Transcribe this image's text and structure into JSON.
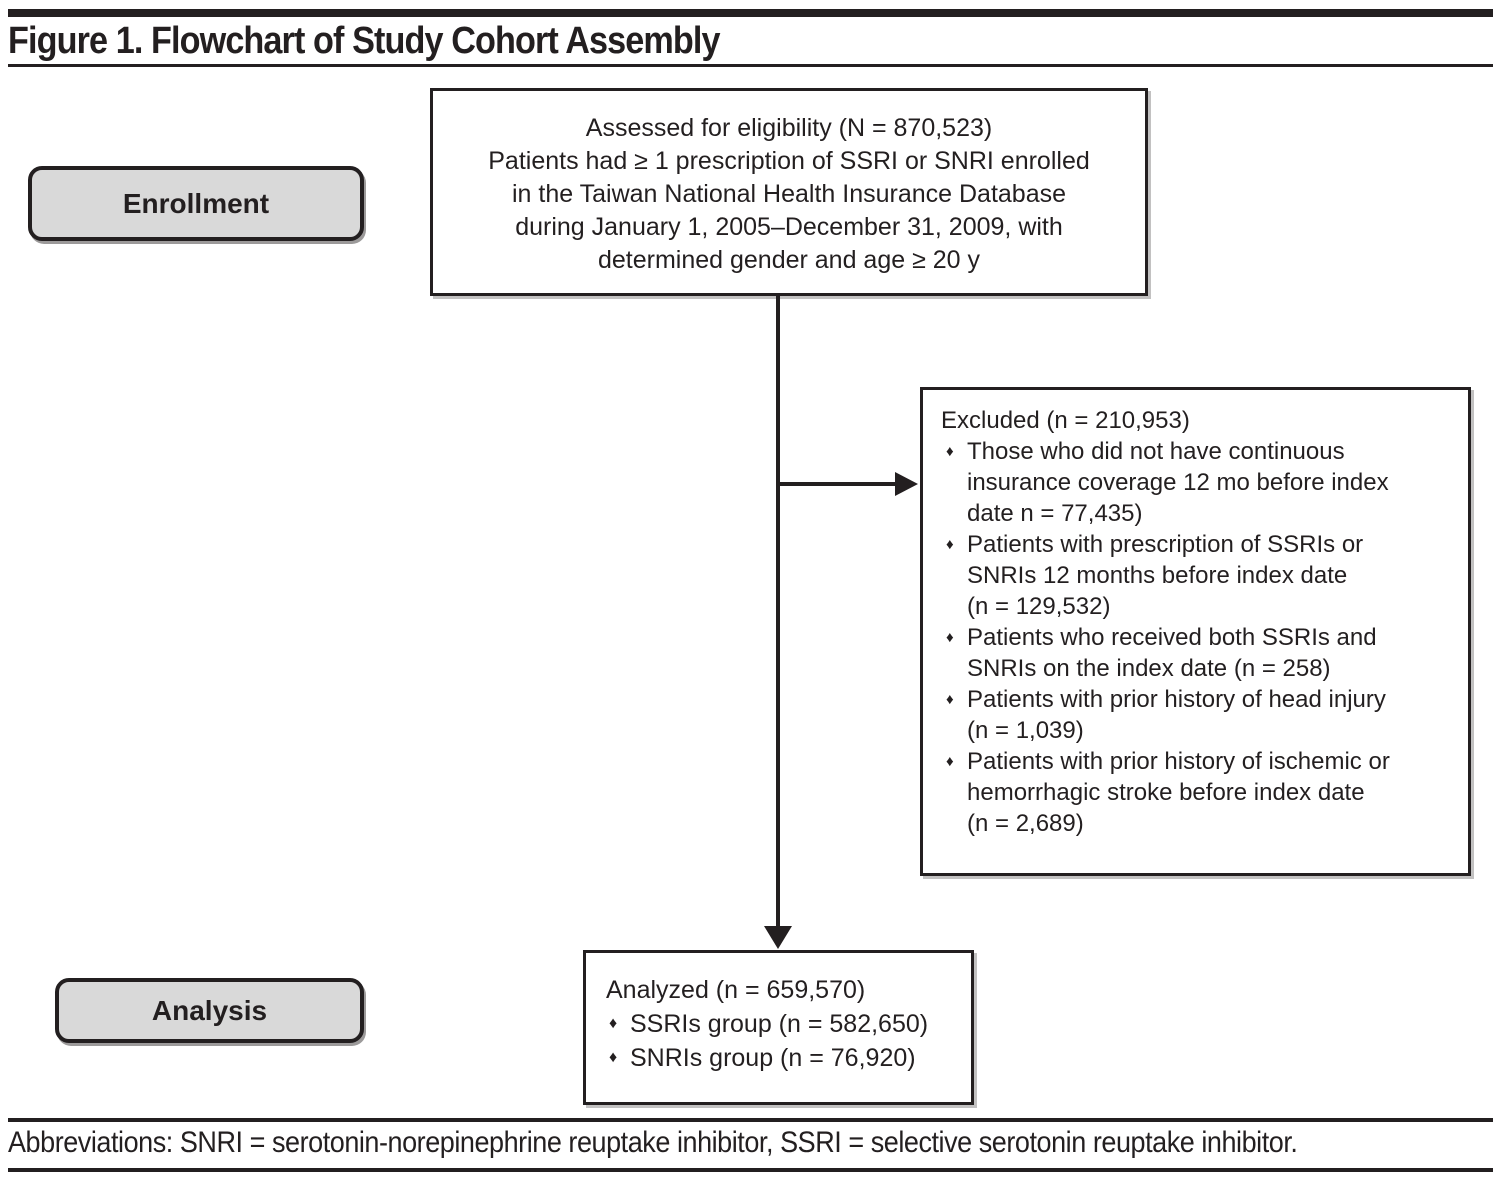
{
  "page": {
    "title": "Figure 1. Flowchart of Study Cohort Assembly",
    "footer_abbreviations": "Abbreviations: SNRI = serotonin-norepinephrine reuptake inhibitor, SSRI = selective serotonin reuptake inhibitor."
  },
  "colors": {
    "ink": "#231f20",
    "stage_fill": "#d9d9d9",
    "background": "#ffffff"
  },
  "flowchart": {
    "bullet_glyph": "♦",
    "stages": [
      {
        "label": "Enrollment"
      },
      {
        "label": "Analysis"
      }
    ],
    "eligibility_box": {
      "lines": [
        "Assessed for eligibility (N = 870,523)",
        "Patients had ≥ 1 prescription of SSRI or SNRI enrolled",
        "in the Taiwan National Health Insurance Database",
        "during January 1, 2005–December 31, 2009, with",
        "determined gender and age ≥ 20 y"
      ]
    },
    "excluded_box": {
      "heading": "Excluded (n = 210,953)",
      "items": [
        "Those who did not have continuous insurance coverage 12 mo before index date n = 77,435)",
        "Patients with prescription of SSRIs or SNRIs 12 months before index date (n = 129,532)",
        "Patients who received both SSRIs and SNRIs on the index date (n = 258)",
        "Patients with prior history of head injury (n = 1,039)",
        "Patients with prior history of ischemic or hemorrhagic stroke before index date (n = 2,689)"
      ]
    },
    "analyzed_box": {
      "heading": "Analyzed (n = 659,570)",
      "items": [
        "SSRIs group (n = 582,650)",
        "SNRIs group (n = 76,920)"
      ]
    }
  }
}
